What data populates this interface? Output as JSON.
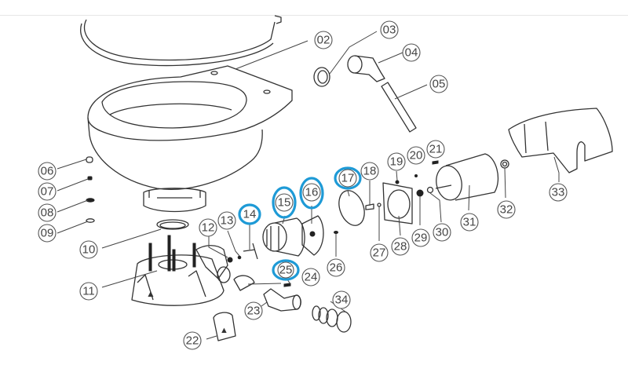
{
  "diagram": {
    "title": "Exploded parts diagram - electric marine toilet",
    "highlight_color": "#1e9ad6",
    "callouts": [
      {
        "id": "02",
        "label": "02",
        "highlighted": false
      },
      {
        "id": "03",
        "label": "03",
        "highlighted": false
      },
      {
        "id": "04",
        "label": "04",
        "highlighted": false
      },
      {
        "id": "05",
        "label": "05",
        "highlighted": false
      },
      {
        "id": "06",
        "label": "06",
        "highlighted": false
      },
      {
        "id": "07",
        "label": "07",
        "highlighted": false
      },
      {
        "id": "08",
        "label": "08",
        "highlighted": false
      },
      {
        "id": "09",
        "label": "09",
        "highlighted": false
      },
      {
        "id": "10",
        "label": "10",
        "highlighted": false
      },
      {
        "id": "11",
        "label": "11",
        "highlighted": false
      },
      {
        "id": "12",
        "label": "12",
        "highlighted": false
      },
      {
        "id": "13",
        "label": "13",
        "highlighted": false
      },
      {
        "id": "14",
        "label": "14",
        "highlighted": true
      },
      {
        "id": "15",
        "label": "15",
        "highlighted": true
      },
      {
        "id": "16",
        "label": "16",
        "highlighted": true
      },
      {
        "id": "17",
        "label": "17",
        "highlighted": true
      },
      {
        "id": "18",
        "label": "18",
        "highlighted": false
      },
      {
        "id": "19",
        "label": "19",
        "highlighted": false
      },
      {
        "id": "20",
        "label": "20",
        "highlighted": false
      },
      {
        "id": "21",
        "label": "21",
        "highlighted": false
      },
      {
        "id": "22",
        "label": "22",
        "highlighted": false
      },
      {
        "id": "23",
        "label": "23",
        "highlighted": false
      },
      {
        "id": "24",
        "label": "24",
        "highlighted": false
      },
      {
        "id": "25",
        "label": "25",
        "highlighted": true
      },
      {
        "id": "26",
        "label": "26",
        "highlighted": false
      },
      {
        "id": "27",
        "label": "27",
        "highlighted": false
      },
      {
        "id": "28",
        "label": "28",
        "highlighted": false
      },
      {
        "id": "29",
        "label": "29",
        "highlighted": false
      },
      {
        "id": "30",
        "label": "30",
        "highlighted": false
      },
      {
        "id": "31",
        "label": "31",
        "highlighted": false
      },
      {
        "id": "32",
        "label": "32",
        "highlighted": false
      },
      {
        "id": "33",
        "label": "33",
        "highlighted": false
      },
      {
        "id": "34",
        "label": "34",
        "highlighted": false
      }
    ]
  }
}
